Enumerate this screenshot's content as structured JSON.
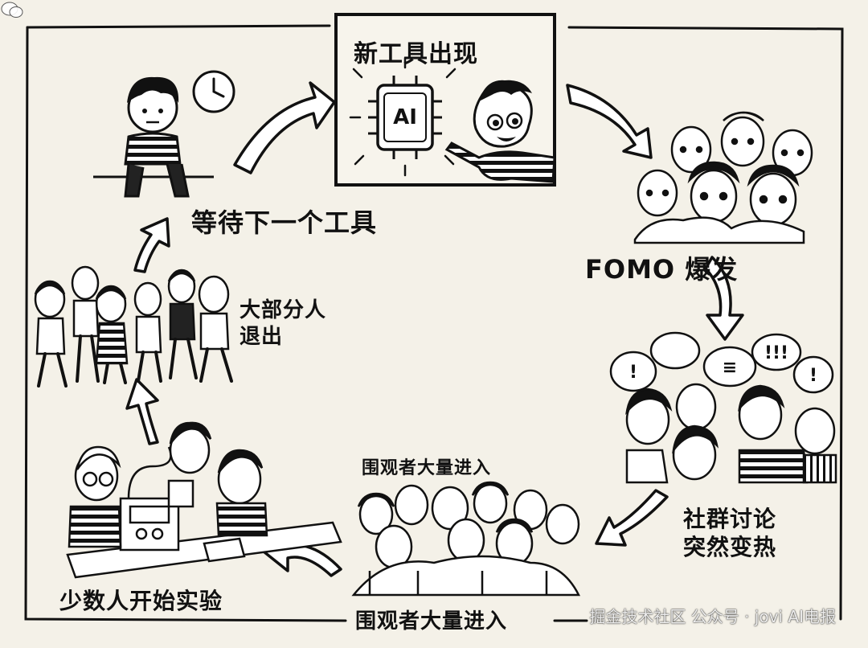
{
  "stages": {
    "new_tool": "新工具出现",
    "ai_chip": "AI",
    "fomo": "FOMO 爆发",
    "community": "社群讨论\n突然变热",
    "spectators_top": "围观者大量进入",
    "spectators_bottom": "围观者大量进入",
    "few_experiment": "少数人开始实验",
    "most_exit": "大部分人\n退出",
    "wait_next": "等待下一个工具"
  },
  "speech_bubbles": [
    "!",
    "",
    "≡",
    "!!!",
    "!"
  ],
  "watermark": "公众号 · jovi AI电报",
  "watermark_source": "掘金技术社区",
  "colors": {
    "background": "#f4f1e8",
    "ink": "#111111"
  }
}
